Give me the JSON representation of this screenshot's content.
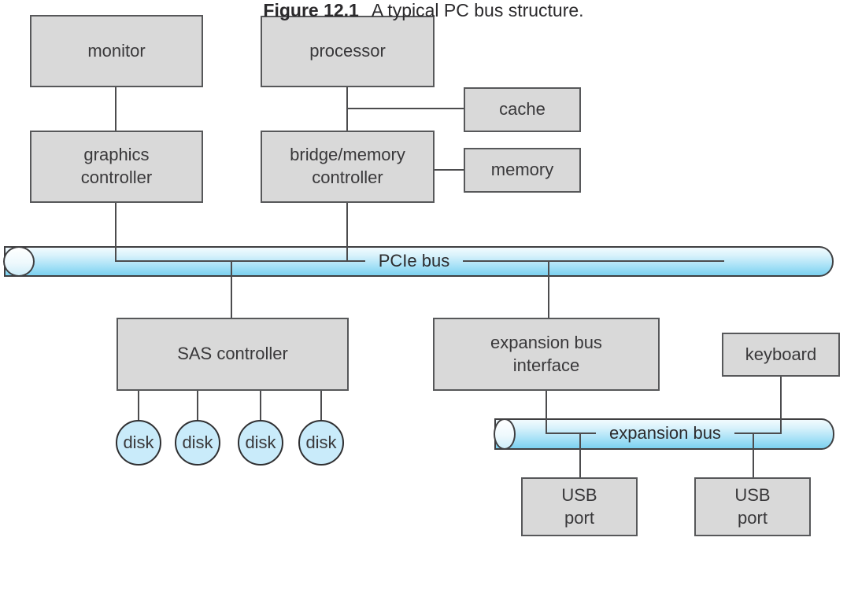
{
  "figure": {
    "nodes": {
      "monitor": {
        "label": "monitor"
      },
      "processor": {
        "label": "processor"
      },
      "cache": {
        "label": "cache"
      },
      "graphics_controller": {
        "label": "graphics\ncontroller"
      },
      "bridge_memory_controller": {
        "label": "bridge/memory\ncontroller"
      },
      "memory": {
        "label": "memory"
      },
      "sas_controller": {
        "label": "SAS controller"
      },
      "expansion_bus_interface": {
        "label": "expansion bus\ninterface"
      },
      "keyboard": {
        "label": "keyboard"
      },
      "usb_port_1": {
        "label": "USB\nport"
      },
      "usb_port_2": {
        "label": "USB\nport"
      },
      "disks": [
        "disk",
        "disk",
        "disk",
        "disk"
      ]
    },
    "buses": {
      "pcie": {
        "label": "PCIe bus"
      },
      "expansion": {
        "label": "expansion bus"
      }
    },
    "caption": {
      "figure_label": "Figure 12.1",
      "caption_text": "A typical PC bus structure."
    },
    "colors": {
      "box_fill": "#d9d9d9",
      "box_border": "#57585a",
      "line": "#4c4c4e",
      "disk_fill": "#c9ebfa",
      "bus_top": "#f2fbfe",
      "bus_bottom": "#7cd1f0",
      "text": "#39383a",
      "background": "#ffffff"
    }
  }
}
